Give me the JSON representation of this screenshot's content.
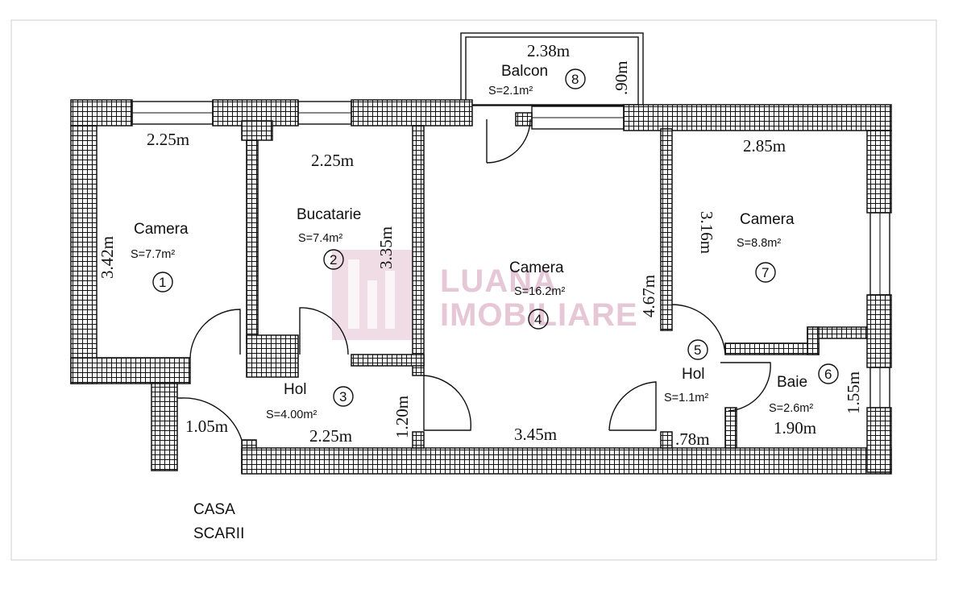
{
  "rooms": [
    {
      "id": "1",
      "name": "Camera",
      "area": "S=7.7m²",
      "number": "1"
    },
    {
      "id": "2",
      "name": "Bucatarie",
      "area": "S=7.4m²",
      "number": "2"
    },
    {
      "id": "3",
      "name": "Hol",
      "area": "S=4.00m²",
      "number": "3"
    },
    {
      "id": "4",
      "name": "Camera",
      "area": "S=16.2m²",
      "number": "4"
    },
    {
      "id": "5",
      "name": "Hol",
      "area": "S=1.1m²",
      "number": "5"
    },
    {
      "id": "6",
      "name": "Baie",
      "area": "S=2.6m²",
      "number": "6"
    },
    {
      "id": "7",
      "name": "Camera",
      "area": "S=8.8m²",
      "number": "7"
    },
    {
      "id": "8",
      "name": "Balcon",
      "area": "S=2.1m²",
      "number": "8"
    }
  ],
  "dimensions": {
    "room1_width": "2.25m",
    "room1_height": "3.42m",
    "room2_width": "2.25m",
    "room2_height": "3.35m",
    "room3_width": "2.25m",
    "room3_height": "1.20m",
    "entry_width": "1.05m",
    "room4_width": "3.45m",
    "room4_height": "4.67m",
    "room5_width": ".78m",
    "room6_width": "1.90m",
    "room6_height": "1.55m",
    "room7_width": "2.85m",
    "room7_height": "3.16m",
    "balcony_width": "2.38m",
    "balcony_height": ".90m"
  },
  "stairwell": {
    "line1": "CASA",
    "line2": "SCARII"
  },
  "watermark": {
    "line1": "LUANA",
    "line2": "IMOBILIARE"
  }
}
